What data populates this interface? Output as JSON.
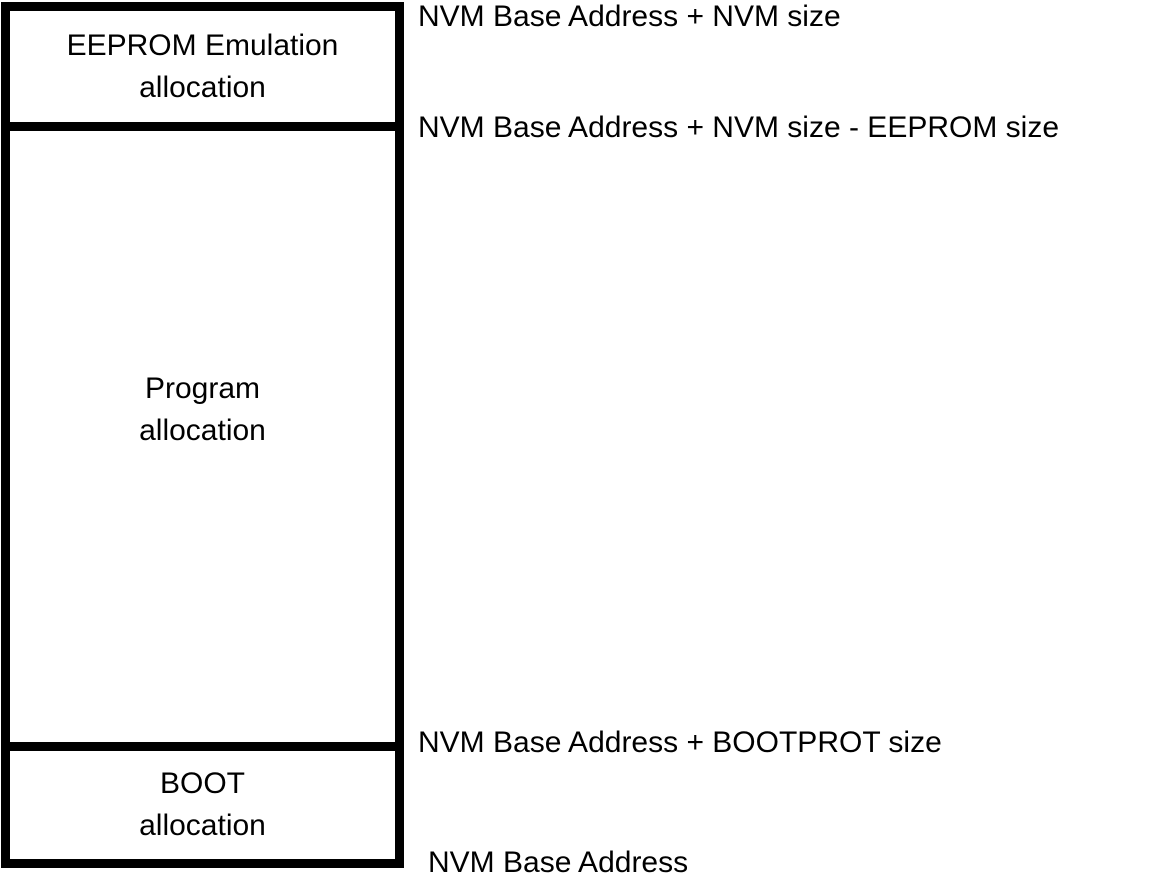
{
  "diagram": {
    "description": "NVM memory allocation diagram",
    "blocks": [
      {
        "id": "eeprom",
        "line1": "EEPROM Emulation",
        "line2": "allocation"
      },
      {
        "id": "program",
        "line1": "Program",
        "line2": "allocation"
      },
      {
        "id": "boot",
        "line1": "BOOT",
        "line2": "allocation"
      }
    ],
    "address_labels": [
      {
        "id": "nvm-top",
        "text": "NVM Base Address + NVM size"
      },
      {
        "id": "eeprom-start",
        "text": "NVM Base Address + NVM size - EEPROM size"
      },
      {
        "id": "bootprot-end",
        "text": "NVM Base Address + BOOTPROT size"
      },
      {
        "id": "nvm-base",
        "text": "NVM Base Address"
      }
    ],
    "colors": {
      "border": "#000000",
      "background": "#ffffff",
      "text": "#000000"
    }
  }
}
